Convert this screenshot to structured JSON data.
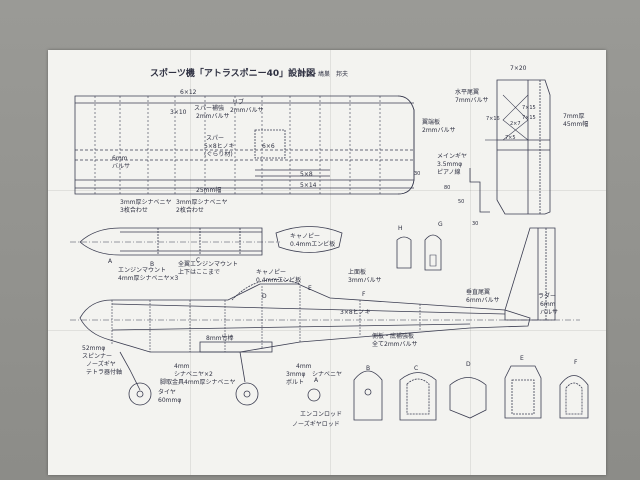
{
  "title": "スポーツ機「アトラスポニー40」設計図",
  "designer": "設計・鳩巣　邦夫",
  "wing_labels": {
    "dim_6x12": "6×12",
    "dim_3x10": "3×10",
    "spar": "スパー補強",
    "spar_sub": "2mmバルサ",
    "rib": "リブ",
    "rib_sub": "2mmバルサ",
    "spar2": "スパー",
    "spar2_sub1": "5×8ヒノキ",
    "spar2_sub2": "(ぐらり材)",
    "dim_6x6": "6×6",
    "dim_5x8": "5×8",
    "dim_5x14": "5×14",
    "balsa_6mm": "6mm",
    "balsa_6mm_sub": "バルサ",
    "balsa_25mm": "25mm幅",
    "ply1": "3mm厚シナベニヤ",
    "ply1_sub": "3枚合わせ",
    "ply2": "3mm厚シナベニヤ",
    "ply2_sub": "2枚合わせ",
    "reinforce": "翼端板",
    "reinforce_sub": "2mmバルサ"
  },
  "tail_labels": {
    "dim_7x20": "7×20",
    "stab": "水平尾翼",
    "stab_sub": "7mmバルサ",
    "dim_7x15a": "7×15",
    "dim_7x15b": "7×15",
    "dim_2x7": "2×7",
    "dim_7x5": "7×5",
    "dim_7x16": "7×16",
    "elev": "7mm厚",
    "elev_sub": "45mm幅",
    "main_gear": "メインギヤ",
    "main_gear_sub1": "3.5mmφ",
    "main_gear_sub2": "ピアノ線",
    "dim_30": "30",
    "dim_80": "80",
    "dim_30b": "30",
    "dim_50": "50"
  },
  "fuselage_labels": {
    "engine_mount": "エンジンマウント",
    "engine_mount_sub": "4mm厚シナベニヤ×3",
    "mount_note": "全翼エンジンマウント",
    "mount_note_sub": "上下はここまで",
    "canopy": "キャノピー",
    "canopy_sub": "0.4mmエンビ板",
    "canopy2": "キャノピー",
    "canopy2_sub": "0.4mmエンビ板",
    "top_plate": "上面板",
    "top_plate_sub": "3mmバルサ",
    "stringer": "3×8ヒノキ",
    "side_plate": "側板・底補強板",
    "side_plate_sub": "全て2mmバルサ",
    "fin": "垂直尾翼",
    "fin_sub": "6mmバルサ",
    "rudder": "ラダー",
    "rudder_sub": "6mm",
    "rudder_sub2": "バルサ",
    "spinner": "52mmφ",
    "spinner_sub": "スピンナー",
    "nose_gear": "ノーズギヤ",
    "nose_gear_sub": "テトラ器付軸",
    "ply_4mm": "4mm",
    "ply_4mm_sub": "シナベニヤ×2",
    "bolt_mount": "脚取金具4mm厚シナベニヤ",
    "tire": "タイヤ",
    "tire_sub": "60mmφ",
    "bolt": "3mmφ",
    "bolt_sub": "ボルト",
    "ply_4mm_b": "4mm",
    "ply_4mm_b_sub": "シナベニヤ",
    "tube": "8mm竹棒",
    "engine_rod": "エンコンロッド",
    "nose_rod": "ノーズギヤロッド"
  },
  "section_letters": [
    "A",
    "B",
    "C",
    "D",
    "E",
    "F",
    "G",
    "H"
  ]
}
